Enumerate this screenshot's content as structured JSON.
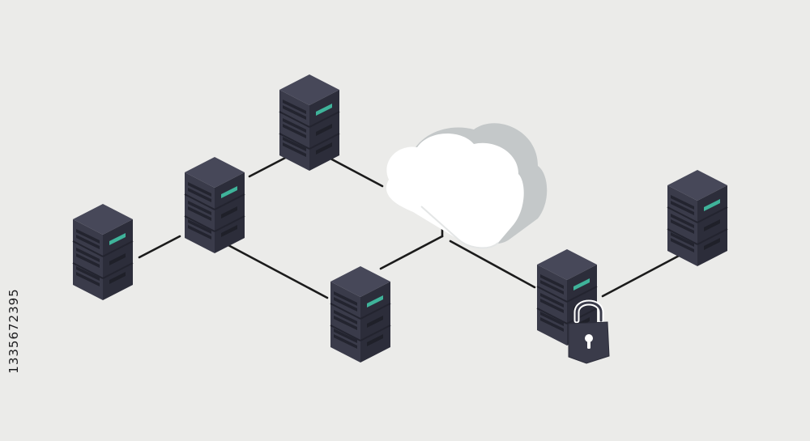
{
  "diagram": {
    "nodes": [
      {
        "id": "server-left",
        "kind": "server"
      },
      {
        "id": "server-mid-left",
        "kind": "server"
      },
      {
        "id": "server-top",
        "kind": "server"
      },
      {
        "id": "server-bottom-center",
        "kind": "server"
      },
      {
        "id": "server-locked",
        "kind": "server",
        "locked": true
      },
      {
        "id": "server-right",
        "kind": "server"
      },
      {
        "id": "cloud",
        "kind": "cloud"
      }
    ],
    "edges": [
      [
        "server-left",
        "server-mid-left"
      ],
      [
        "server-mid-left",
        "server-top"
      ],
      [
        "server-top",
        "cloud"
      ],
      [
        "server-mid-left",
        "server-bottom-center"
      ],
      [
        "server-bottom-center",
        "cloud"
      ],
      [
        "cloud",
        "server-locked"
      ],
      [
        "server-locked",
        "server-right"
      ]
    ],
    "colors": {
      "background": "#ebebe9",
      "server_top": "#474859",
      "server_left": "#3a3b4a",
      "server_right": "#2c2d3a",
      "accent": "#3fb39a",
      "line": "#1b1b1b",
      "cloud": "#ffffff",
      "cloud_shadow": "#c4c8c9",
      "lock": "#3a3b4a"
    },
    "icons": [
      "server-icon",
      "cloud-icon",
      "padlock-icon"
    ]
  },
  "watermark_id": "1335672395"
}
